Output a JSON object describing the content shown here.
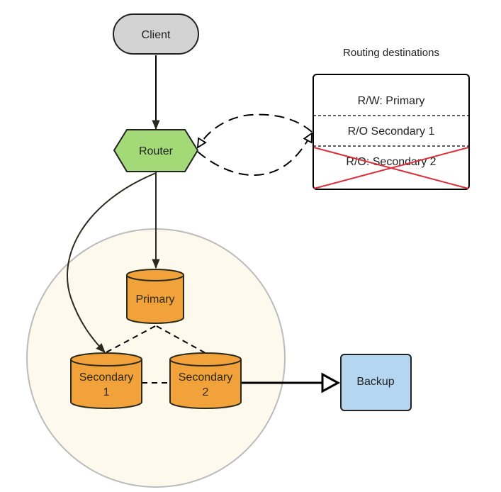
{
  "diagram": {
    "title": "Routing destinations",
    "nodes": {
      "client": {
        "label": "Client",
        "shape": "rounded-pill",
        "fill": "#d3d3d3"
      },
      "router": {
        "label": "Router",
        "shape": "hexagon",
        "fill": "#a3d977"
      },
      "primary": {
        "label": "Primary",
        "shape": "cylinder",
        "fill": "#f2a23a"
      },
      "secondary1": {
        "label_line1": "Secondary",
        "label_line2": "1",
        "shape": "cylinder",
        "fill": "#f2a23a"
      },
      "secondary2": {
        "label_line1": "Secondary",
        "label_line2": "2",
        "shape": "cylinder",
        "fill": "#f2a23a"
      },
      "backup": {
        "label": "Backup",
        "shape": "rounded-rectangle",
        "fill": "#b5d6f0"
      },
      "cluster": {
        "shape": "circle",
        "fill": "#fdf9ec",
        "stroke": "#bbbbbb"
      }
    },
    "routing_table": {
      "rows": [
        {
          "label": "R/W: Primary",
          "crossed_out": false
        },
        {
          "label": "R/O Secondary 1",
          "crossed_out": false
        },
        {
          "label": "R/O: Secondary 2",
          "crossed_out": true
        }
      ],
      "cross_color": "#d9303a"
    },
    "edges": [
      {
        "from": "client",
        "to": "router",
        "style": "solid",
        "arrow": "filled"
      },
      {
        "from": "router",
        "to": "primary",
        "style": "solid",
        "arrow": "filled"
      },
      {
        "from": "router",
        "to": "secondary1",
        "style": "solid-curve",
        "arrow": "filled"
      },
      {
        "from": "router",
        "to": "routing_table",
        "style": "dashed-curve",
        "arrow": "open"
      },
      {
        "from": "routing_table",
        "to": "router",
        "style": "dashed-curve",
        "arrow": "open"
      },
      {
        "from": "primary",
        "to": "secondary1",
        "style": "dashed",
        "arrow": "none"
      },
      {
        "from": "primary",
        "to": "secondary2",
        "style": "dashed",
        "arrow": "none"
      },
      {
        "from": "secondary1",
        "to": "secondary2",
        "style": "dashed",
        "arrow": "none"
      },
      {
        "from": "secondary2",
        "to": "backup",
        "style": "solid-thick",
        "arrow": "open-triangle"
      }
    ]
  }
}
